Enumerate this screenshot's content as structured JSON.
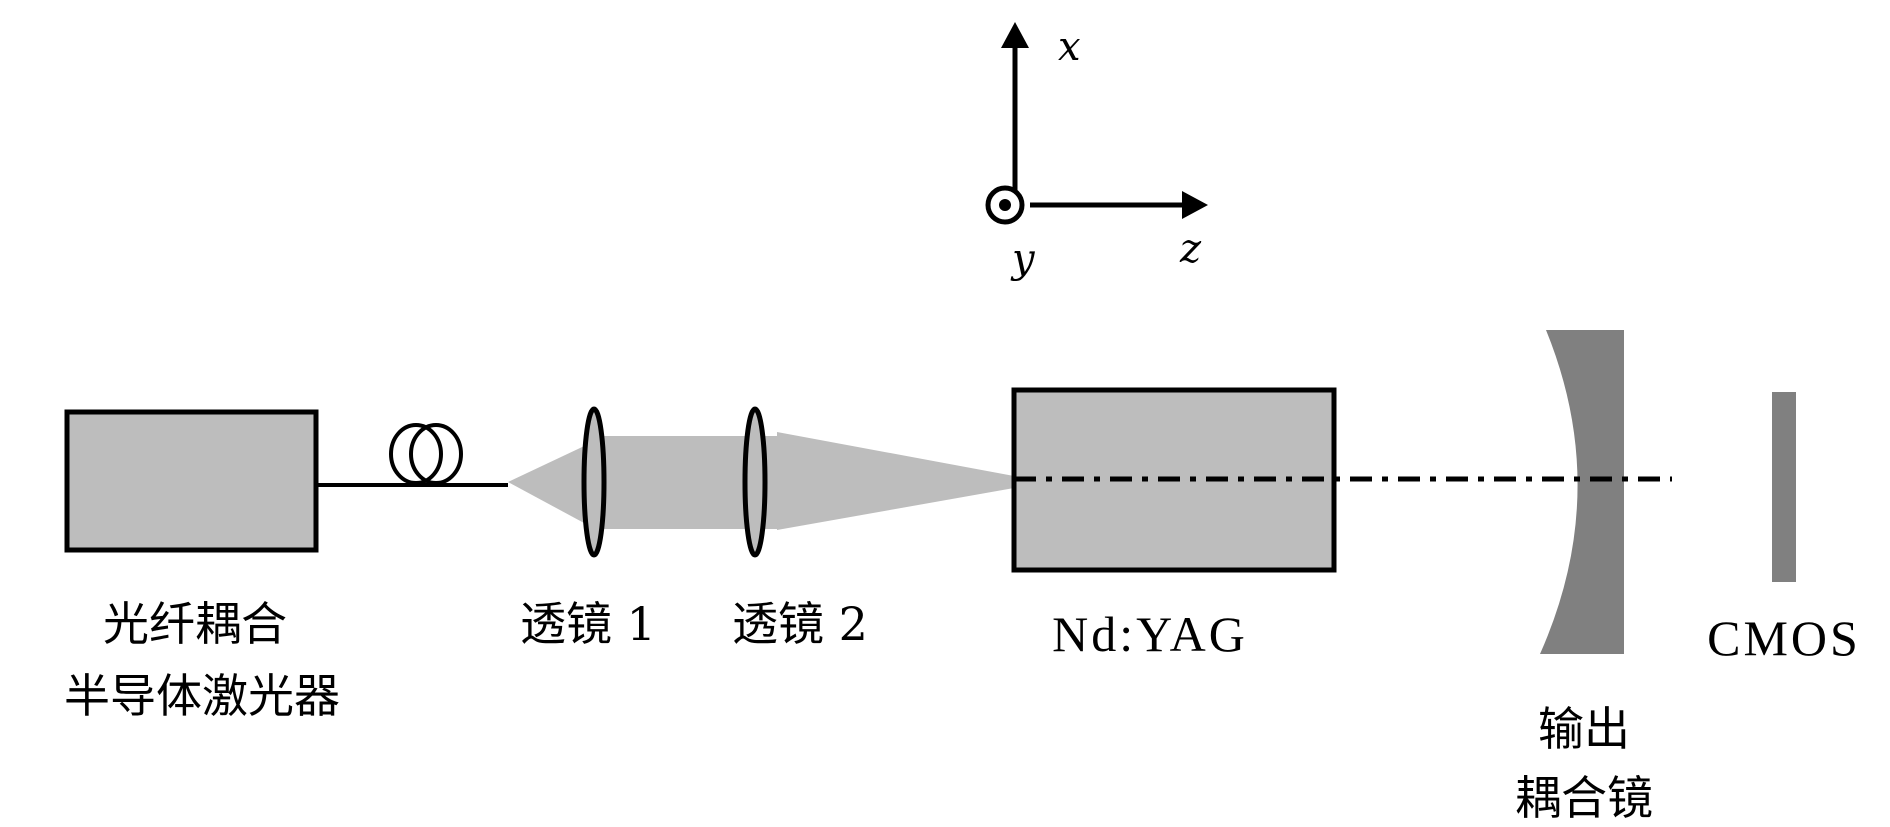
{
  "diagram": {
    "title": "Nd:YAG laser experimental setup",
    "colors": {
      "component_fill": "#bdbdbd",
      "beam_fill": "#bdbdbd",
      "mirror_fill": "#808080",
      "stroke": "#000000",
      "background": "#ffffff"
    },
    "axes": {
      "x_label": "x",
      "y_label": "y",
      "z_label": "z",
      "y_direction": "out-of-page"
    },
    "components": {
      "laser_source": {
        "label_line1": "光纤耦合",
        "label_line2": "半导体激光器"
      },
      "fiber": {
        "label": "fiber-coil"
      },
      "lens1": {
        "label": "透镜 1"
      },
      "lens2": {
        "label": "透镜 2"
      },
      "crystal": {
        "label": "Nd:YAG"
      },
      "output_coupler": {
        "label_line1": "输出",
        "label_line2": "耦合镜"
      },
      "camera": {
        "label": "CMOS"
      }
    },
    "optical_axis": {
      "style": "dash-dot"
    }
  }
}
